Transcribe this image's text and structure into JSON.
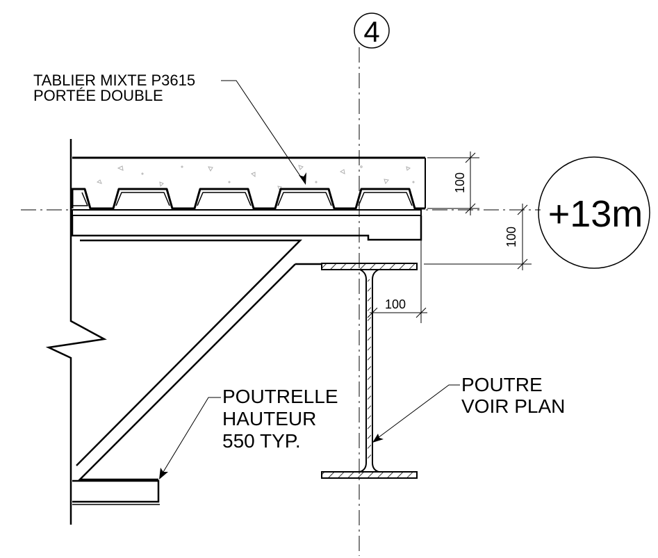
{
  "grid_marker": {
    "label": "4"
  },
  "elevation": {
    "label": "+13m"
  },
  "annotations": {
    "deck": {
      "line1": "TABLIER MIXTE P3615",
      "line2": "PORTÉE DOUBLE"
    },
    "joist": {
      "line1": "POUTRELLE",
      "line2": "HAUTEUR",
      "line3": "550 TYP."
    },
    "beam": {
      "line1": "POUTRE",
      "line2": "VOIR PLAN"
    }
  },
  "dimensions": {
    "slab_thickness": "100",
    "beam_offset": "100",
    "flange_offset": "100"
  },
  "colors": {
    "ink": "#000000",
    "background": "#ffffff",
    "concrete_fleck": "#b0b0b0"
  }
}
